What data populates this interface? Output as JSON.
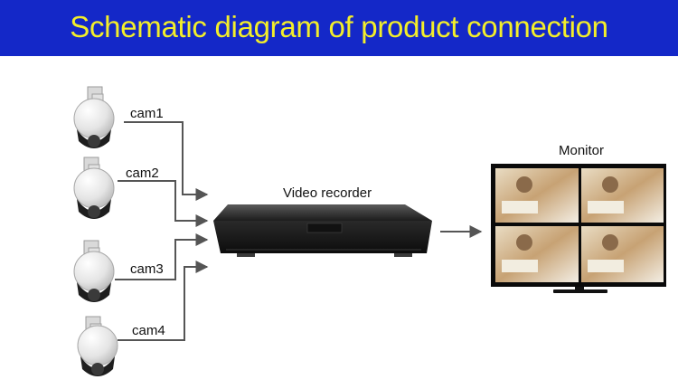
{
  "title": "Schematic diagram of product connection",
  "cameras": [
    {
      "label": "cam1"
    },
    {
      "label": "cam2"
    },
    {
      "label": "cam3"
    },
    {
      "label": "cam4"
    }
  ],
  "recorder": {
    "label": "Video recorder"
  },
  "monitor": {
    "label": "Monitor"
  },
  "colors": {
    "banner": "#1428c8",
    "title": "#f3ee2a",
    "line": "#555555"
  }
}
